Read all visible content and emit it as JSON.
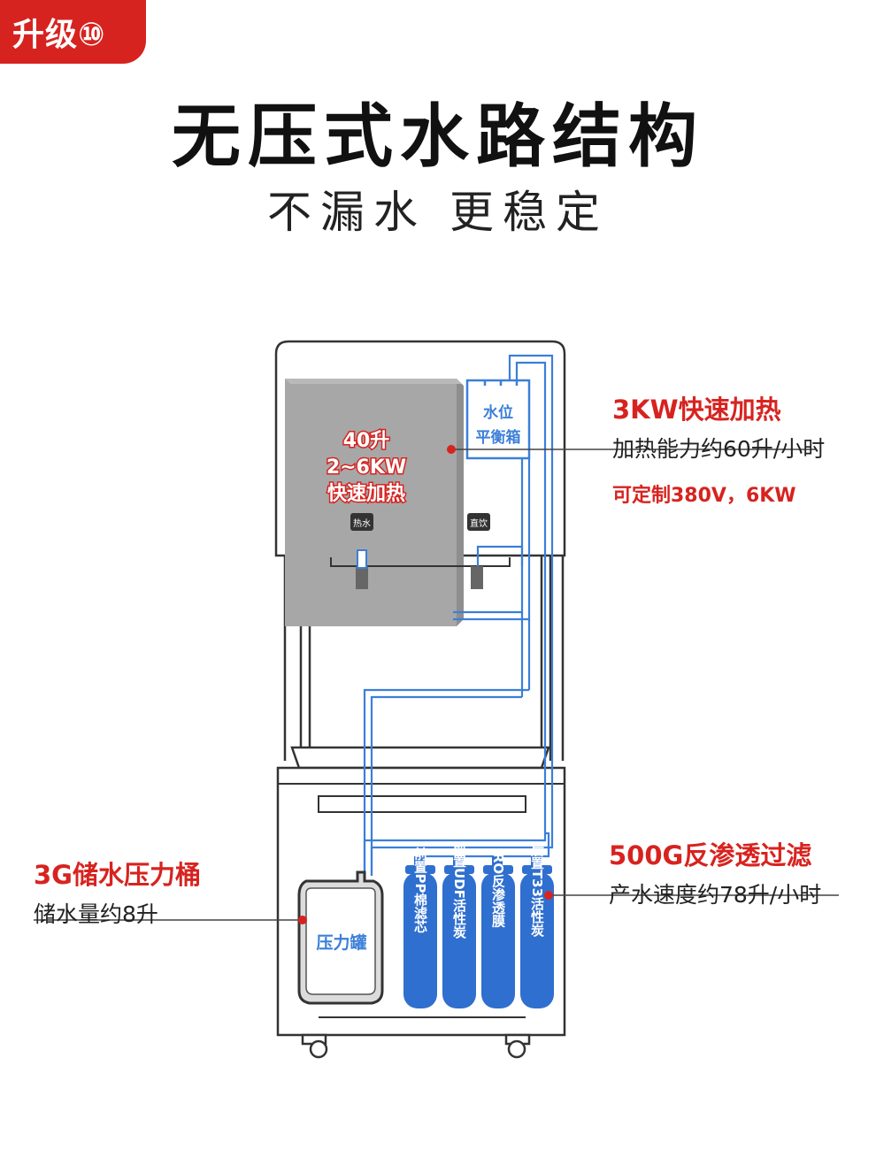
{
  "badge": {
    "label": "升级⑩"
  },
  "title": "无压式水路结构",
  "subtitle": "不漏水 更稳定",
  "heater": {
    "line1": "40升",
    "line2": "2~6KW",
    "line3": "快速加热"
  },
  "balance_box": {
    "line1": "水位",
    "line2": "平衡箱"
  },
  "taps": {
    "hot": "热水",
    "direct": "直饮"
  },
  "pressure_tank": {
    "label": "压力罐"
  },
  "filters": [
    {
      "label": "前置PP棉滤芯"
    },
    {
      "label": "前置UDF活性炭"
    },
    {
      "label": "RO反渗透膜"
    },
    {
      "label": "后置T33活性炭"
    }
  ],
  "callouts": {
    "heating": {
      "head": "3KW快速加热",
      "desc": "加热能力约60升/小时",
      "note": "可定制380V，6KW"
    },
    "ro": {
      "head": "500G反渗透过滤",
      "desc": "产水速度约78升/小时"
    },
    "tank": {
      "head": "3G储水压力桶",
      "desc": "储水量约8升"
    }
  },
  "colors": {
    "accent": "#d7231f",
    "pipe": "#3b7fd8",
    "filter": "#2f6fcf",
    "heater": "#a3a3a3"
  }
}
